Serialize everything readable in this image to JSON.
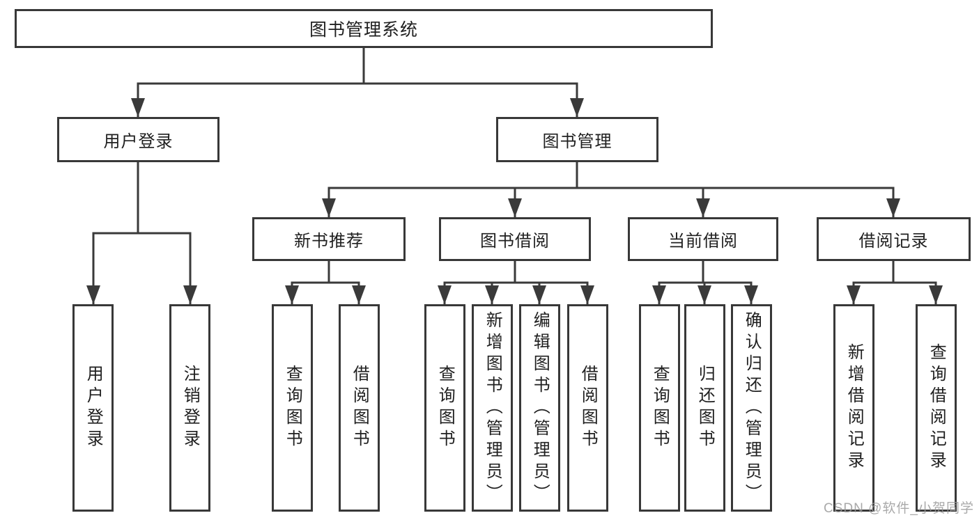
{
  "diagram": {
    "root": {
      "label": "图书管理系统"
    },
    "branches": [
      {
        "label": "用户登录",
        "children": [
          {
            "label": "用户登录"
          },
          {
            "label": "注销登录"
          }
        ]
      },
      {
        "label": "图书管理",
        "children": [
          {
            "label": "新书推荐",
            "children": [
              {
                "label": "查询图书"
              },
              {
                "label": "借阅图书"
              }
            ]
          },
          {
            "label": "图书借阅",
            "children": [
              {
                "label": "查询图书"
              },
              {
                "label": "新增图书（管理员）"
              },
              {
                "label": "编辑图书（管理员）"
              },
              {
                "label": "借阅图书"
              }
            ]
          },
          {
            "label": "当前借阅",
            "children": [
              {
                "label": "查询图书"
              },
              {
                "label": "归还图书"
              },
              {
                "label": "确认归还（管理员）"
              }
            ]
          },
          {
            "label": "借阅记录",
            "children": [
              {
                "label": "新增借阅记录"
              },
              {
                "label": "查询借阅记录"
              }
            ]
          }
        ]
      }
    ],
    "line_color": "#3a3a3a",
    "watermark": "CSDN @软件_小贺同学"
  }
}
